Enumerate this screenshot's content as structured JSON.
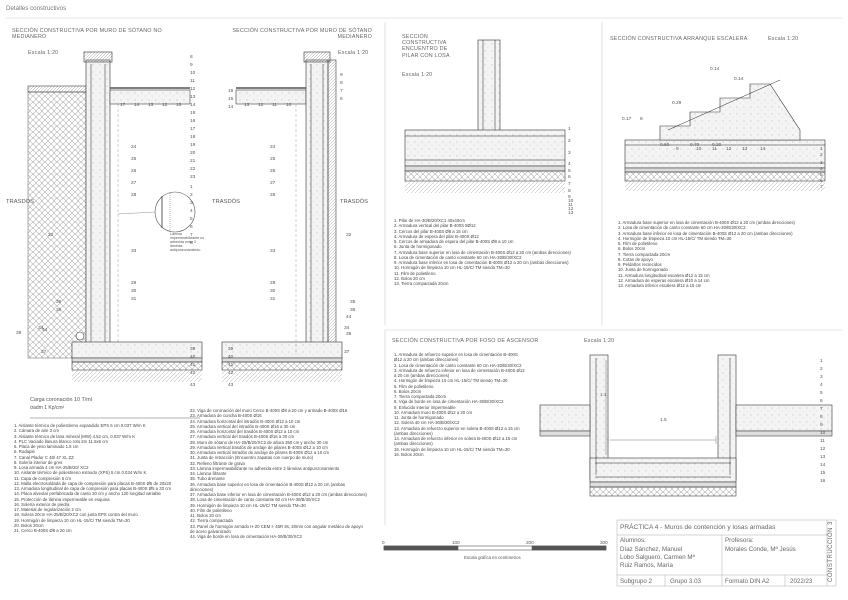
{
  "header": {
    "title": "Detalles constructivos"
  },
  "views": {
    "muro_sotano_left": {
      "title": "SECCIÓN CONSTRUCTIVA POR MURO DE SÓTANO NO MEDIANERO",
      "scale": "Escala 1:20"
    },
    "muro_sotano_right": {
      "title": "SECCIÓN CONSTRUCTIVA POR MURO DE SÓTANO MEDIANERO",
      "scale": "Escala 1:20"
    },
    "pilar": {
      "title": "SECCIÓN CONSTRUCTIVA ENCUENTRO DE PILAR CON LOSA",
      "scale": "Escala 1:20"
    },
    "escalera": {
      "title": "SECCIÓN CONSTRUCTIVA ARRANQUE ESCALERA",
      "scale": "Escala 1:20"
    },
    "ascensor": {
      "title": "SECCIÓN CONSTRUCTIVA POR FOSO DE ASCENSOR",
      "scale": "Escala 1:20"
    }
  },
  "labels": {
    "trasdos": "TRASDÓS",
    "lamina": "Lámina impermeabilizante no adherida entre 2 láminas antipunzonamiento",
    "carga_title": "Carga coronación 10 T/ml",
    "carga_sub": "σadm 1 Kp/cm²"
  },
  "callouts": {
    "wall_left_top": [
      "8",
      "9",
      "10",
      "11",
      "12",
      "13",
      "14",
      "15",
      "16",
      "17",
      "18",
      "19",
      "20",
      "21",
      "22",
      "23"
    ],
    "wall_left_bottom": [
      "17",
      "14",
      "13",
      "12",
      "15"
    ],
    "wall_left_mid": [
      "24",
      "25",
      "26",
      "27",
      "28",
      "32",
      "33",
      "29",
      "30",
      "31",
      "35",
      "36",
      "34",
      "37",
      "38",
      "39",
      "40",
      "41",
      "42",
      "43"
    ],
    "wall_left_side": [
      "1",
      "2",
      "3",
      "4",
      "5",
      "6",
      "7",
      "8",
      "44"
    ],
    "wall_right_top": [
      "16",
      "15",
      "14",
      "13",
      "12",
      "11",
      "10",
      "9",
      "8",
      "7",
      "6"
    ],
    "wall_right_mid": [
      "24",
      "25",
      "26",
      "27",
      "28",
      "32",
      "33",
      "29",
      "30",
      "31",
      "35",
      "36",
      "34",
      "37",
      "38",
      "39",
      "40",
      "41",
      "42",
      "43",
      "44"
    ],
    "pilar": [
      "1",
      "2",
      "3",
      "4",
      "5",
      "6",
      "7",
      "8",
      "9",
      "10",
      "11",
      "12",
      "13"
    ],
    "escalera": [
      "1",
      "2",
      "3",
      "4",
      "5",
      "6",
      "7",
      "8",
      "9",
      "10",
      "11",
      "12",
      "13",
      "14"
    ],
    "ascensor": [
      "1",
      "2",
      "3",
      "4",
      "5",
      "6",
      "7",
      "8",
      "9",
      "10",
      "11",
      "12",
      "13",
      "14",
      "15",
      "16"
    ],
    "dims_escalera": [
      "0.14",
      "0.14",
      "0.29",
      "0.17",
      "0.60",
      "0.70",
      "0.20"
    ],
    "dims_ascensor": [
      "1.5",
      "1.1"
    ]
  },
  "legend_muro_a": [
    "1.    Aislante térmico de poliestireno expandido EPS 6 cm 0.037 W/m K",
    "2.    Cámara de aire 3 cm",
    "3.    Aislante térmico de lana mineral (MW) 4.52 cm, 0.037 W/m K",
    "4.    PLC Vaciado llanura blanco roto 2m 11.5x6 cm",
    "5.    Placa de yeso laminado 1.5 cm",
    "6.    Rodapié",
    "7.    Canal Pladur C 48/ 47 XL ZZ",
    "8.    Solería interior de gres",
    "9.    Losa armada 4 cm HA-25/B/20/ XC2",
    "10.   Aislante térmico de poliestireno extruido (XPS) 5 cm 0.034 W/m K",
    "11.   Capa de compresión 5 cm",
    "12.   Malla electrosoldada de capa de compresión para placas B-400S Ø5 de 20x20",
    "13.   Armadura longitudinal de capa de compresión para placas B-400S Ø5 a 33 cm",
    "14.   Placa alveolar prefabricada de canto 20 cm y ancho 120 longitud variable",
    "15.   Protección de lámina impermeable en esquina",
    "16.   Solería exterior de piedra",
    "17.   Material de regularización 2 cm",
    "18.   Solera 20cm HA-25/B/20/XC2 con junta EPS contra del muro",
    "19.   Hormigón de limpieza 10 cm HL-15/C/ TM siendo TM=30",
    "20.   Bolos 20cm",
    "21.   Cerco B-400S Ø8 a 20 cm"
  ],
  "legend_muro_b": [
    "22.   Viga de coronación del muro Cerco B-400S Ø8 a 20 cm y armado B-400S Ø16",
    "23.   Armadura de cuncha B-400S Ø16",
    "24.   Armadura horizontal del intradós B-400S Ø12 a 10 cm",
    "25.   Armadura vertical del intradós B-400S Ø16 a 30 cm",
    "26.   Armadura horizontal del trasdós B-400S Ø12 a 10 cm",
    "27.   Armadura vertical del trasdós B-400S Ø16 a 30 cm",
    "28.   Muro de sótano de HA-25/B/20/XC2 de altura 350 cm y ancho 30 cm",
    "29.   Armadura vertical trasdós de anclaje de pilares B-400S Ø12 a 10 cm",
    "30.   Armadura vertical intradós de anclaje de pilares B-400S Ø12 a 10 cm",
    "31.   Junta de retracción   (Encuentro zapatas con cuerpo de muro)",
    "32.   Relleno filtrante de grava",
    "33.   Lámina impermeabilizante no adherida entre 2 láminas antipunzonamiento",
    "34.   Lámina filtrante",
    "35.   Tubo drenante",
    "36.   Armadura base superior en losa de cimentación B-400S Ø12 a 20 cm (ambas direcciones)",
    "37.   Armadura base inferior en losa de cimentación B-400S Ø12 a 20 cm (ambas direcciones)",
    "38.   Losa de cimentación de canto constante 60 cm HA-30/B/30/XC2",
    "39.   Hormigón de limpieza 10 cm HL-15/C/ TM siendo TM=30",
    "40.   Film de polietileno",
    "41.   Bolos 20 cm",
    "42.   Tierra compactada",
    "43.   Panel de hormigón armado H-20 CEM I- 45R 8s, 20mm con angular metálico de apoyo de acero galvanizado",
    "44.   Viga de borde en losa de cimentación HA-30/B/30/XC2"
  ],
  "legend_pilar": [
    "1.    Pilar de HA-30/B/20/XC1 40x40cm",
    "2.    Armadura vertical del pilar B-400S 8Ø12",
    "3.    Cercos del pilar B-400S Ø8 a 15 cm",
    "4.    Armadura de espera del pilar B-400S Ø12",
    "5.    Cercos de armadura de espera del pilar B-400S Ø8 a 10 cm",
    "6.    Junta de hormigonado",
    "7.    Armadura base superior en losa de cimentación B-400S Ø12 a 20 cm (ambas direcciones)",
    "8.    Losa de cimentación de canto constante 60 cm HA-30/B/30/XC2",
    "9.    Armadura base inferior en losa de cimentación B-400S Ø12 a 20 cm (ambas direcciones)",
    "10.   Hormigón de limpieza 10 cm  HL-15/C/ TM siendo TM=30",
    "11.   Film de polietileno",
    "12.   Bolos 20 cm",
    "13.   Tierra compactada 20cm"
  ],
  "legend_escalera": [
    "1.    Armadura base superior en losa de cimentación B-400S Ø12 a 20 cm (ambas direcciones)",
    "2.    Losa de cimentación de canto constante 60 cm HA-30/B/30/XC2",
    "3.    Armadura base inferior en losa de cimentación B-400S Ø12 a 20 cm (ambas direcciones)",
    "4.    Hormigón de limpieza 10 cm  HL-15/C/ TM siendo TM=30",
    "5.    Film de polietileno",
    "6.    Bolos 20cm",
    "7.    Tierra compactada 20cm",
    "8.    Cotas de apoyo",
    "9.    Peldaños recrecidos",
    "10.   Junta de hormigonado",
    "11.   Armadura longitudinal escalera Ø12 a 15 cm",
    "12.   Armadura de esperas escalera Ø10 a 14 cm",
    "13.   Armadura inferior escalera Ø12 a 15 cm"
  ],
  "legend_ascensor": [
    "1.    Armadura de refuerzo superior en losa de cimentación B-400S Ø12 a 20 cm (ambas direcciones)",
    "2.    Losa de cimentación de canto constante 60 cm HA-30/B/30/XC2",
    "3.    Armadura de refuerzo inferior en losa de cimentación B-400S Ø12 a 20 cm (ambas direcciones)",
    "4.    Hormigón de limpieza 10 cm HL-15/C/ TM siendo TM=30",
    "5.    Film de polietileno",
    "6.    Bolos 20cm",
    "7.    Tierra compactada 20cm",
    "8.    Viga de borde en losa de cimentación HA-30/B/30/XC2",
    "9.    Enlucido interior impermeable",
    "10.   Armadura muro B-400S Ø12 a 20 cm",
    "11.   Junta de hormigonado",
    "12.   Solera 40 cm HA-30/B/30/XC2",
    "13.   Armadura de refuerzo superior en solera B-400S Ø12 a 15 cm (ambas direcciones)",
    "14.   Armadura de refuerzo inferior en solera B-400S Ø12 a 15 cm (ambas direcciones)",
    "15.   Hormigón de limpieza 10 cm  HL-15/C/ TM siendo TM=30",
    "16.   Bolos 20cm"
  ],
  "scale_bar": {
    "ticks": [
      "0",
      "100",
      "200",
      "300"
    ],
    "caption": "Escala gráfica en centímetros"
  },
  "title_block": {
    "practice": "PRÁCTICA 4 - Muros de contención y losas armadas",
    "alumnos_label": "Alumnos:",
    "alumnos": "Díaz Sánchez, Manuel\nLobo Salguero, Carmen Mª\nRuiz Ramos, María",
    "profesora_label": "Profesora:",
    "profesora": "Morales Conde, Mª Jesús",
    "subgrupo": "Subgrupo 2",
    "grupo": "Grupo 3.03",
    "formato": "Formato DIN A2",
    "year": "2022/23",
    "vertical": "CONSTRUCCIÓN 3"
  }
}
